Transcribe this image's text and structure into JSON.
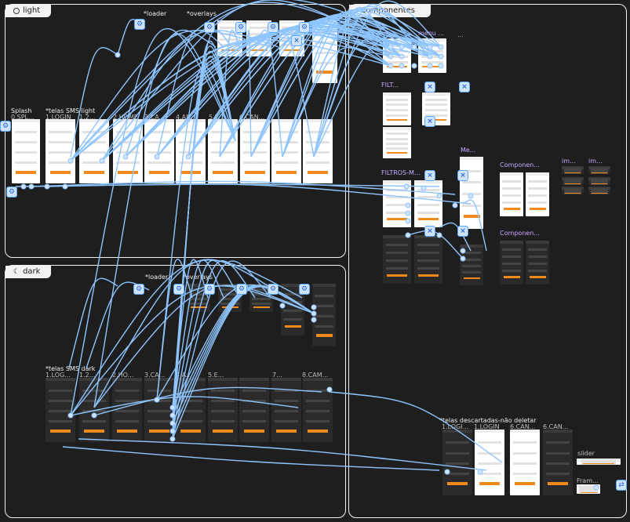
{
  "sections": {
    "light": {
      "label": "light",
      "icon": "sun-icon"
    },
    "dark": {
      "label": "dark",
      "icon": "moon-icon"
    },
    "componentes": {
      "label": "componentes"
    }
  },
  "labels": {
    "light_loader": "*loader",
    "light_overlays": "*overlays",
    "splash": "Splash",
    "splash_sub": "0.SPL...",
    "telas_sms_light": "*telas SMS light",
    "l_1login": "1.LOGIN",
    "l_12": "1.2...",
    "l_2home": "2.HOME",
    "l_3can": "3.CA...",
    "l_4an": "4.AN...",
    "l_5": "5.E...",
    "l_6can": "6.CAN...",
    "dark_loader": "*loader",
    "dark_overlays": "*overlays",
    "telas_sms_dark": "*telas SMS dark",
    "d_1login": "1.LOG...",
    "d_12": "1.2...",
    "d_2": "2.HO...",
    "d_3": "3.CA...",
    "d_4": "4.A...",
    "d_5": "5.E...",
    "d_7": "7...",
    "d_8cam": "8.CAM...",
    "menu1": "me...",
    "menu2": "menu ...",
    "menu_dots": "...",
    "filtros": "FILT...",
    "me": "Me...",
    "filtros_m": "FILTROS-M...",
    "comp1": "Componen...",
    "comp2": "Componen...",
    "im1": "im...",
    "im2": "im...",
    "descartadas": "*telas descartadas-não deletar",
    "x_1login": "1.LOGI...",
    "x_1login2": "1.LOGIN",
    "x_6can": "6.CAN...",
    "x_6can2": "6.CAN...",
    "slider": "slider",
    "fram": "Fram..."
  },
  "colors": {
    "accent": "#f08a1c",
    "wire": "#8ec5ff",
    "node_border": "#5aa8ff",
    "purple": "#c7a8ff"
  }
}
